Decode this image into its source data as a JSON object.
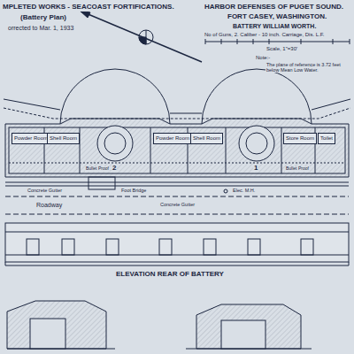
{
  "diagram": {
    "nodes": [
      {
        "text": [
          "Powder Room"
        ]
      },
      {
        "text": [
          "Shell Room"
        ]
      },
      {
        "text": [
          "Powder Room"
        ]
      },
      {
        "text": [
          "Shell Room"
        ]
      },
      {
        "text": [
          "Store Room"
        ]
      },
      {
        "text": [
          "Toilet"
        ]
      }
    ],
    "labels": [
      "MPLETED WORKS - SEACOAST FORTIFICATIONS.",
      "(Battery Plan)",
      "orrected to Mar. 1, 1933",
      "HARBOR DEFENSES OF PUGET SOUND.",
      "FORT CASEY, WASHINGTON.",
      "BATTERY WILLIAM WORTH.",
      "No of Guns, 2. Caliber - 10 inch. Carriage, Dis. L.F.",
      "Scale, 1\"=30'",
      "Note:-",
      "The plane of reference is 3.72 feet below Mean Low Water.",
      "2",
      "1",
      "Concrete Gutter",
      "Foot Bridge",
      "Elec. M.H.",
      "Roadway",
      "Concrete Gutter",
      "ELEVATION REAR OF BATTERY",
      "Bullet Proof",
      "Bullet Proof"
    ]
  }
}
